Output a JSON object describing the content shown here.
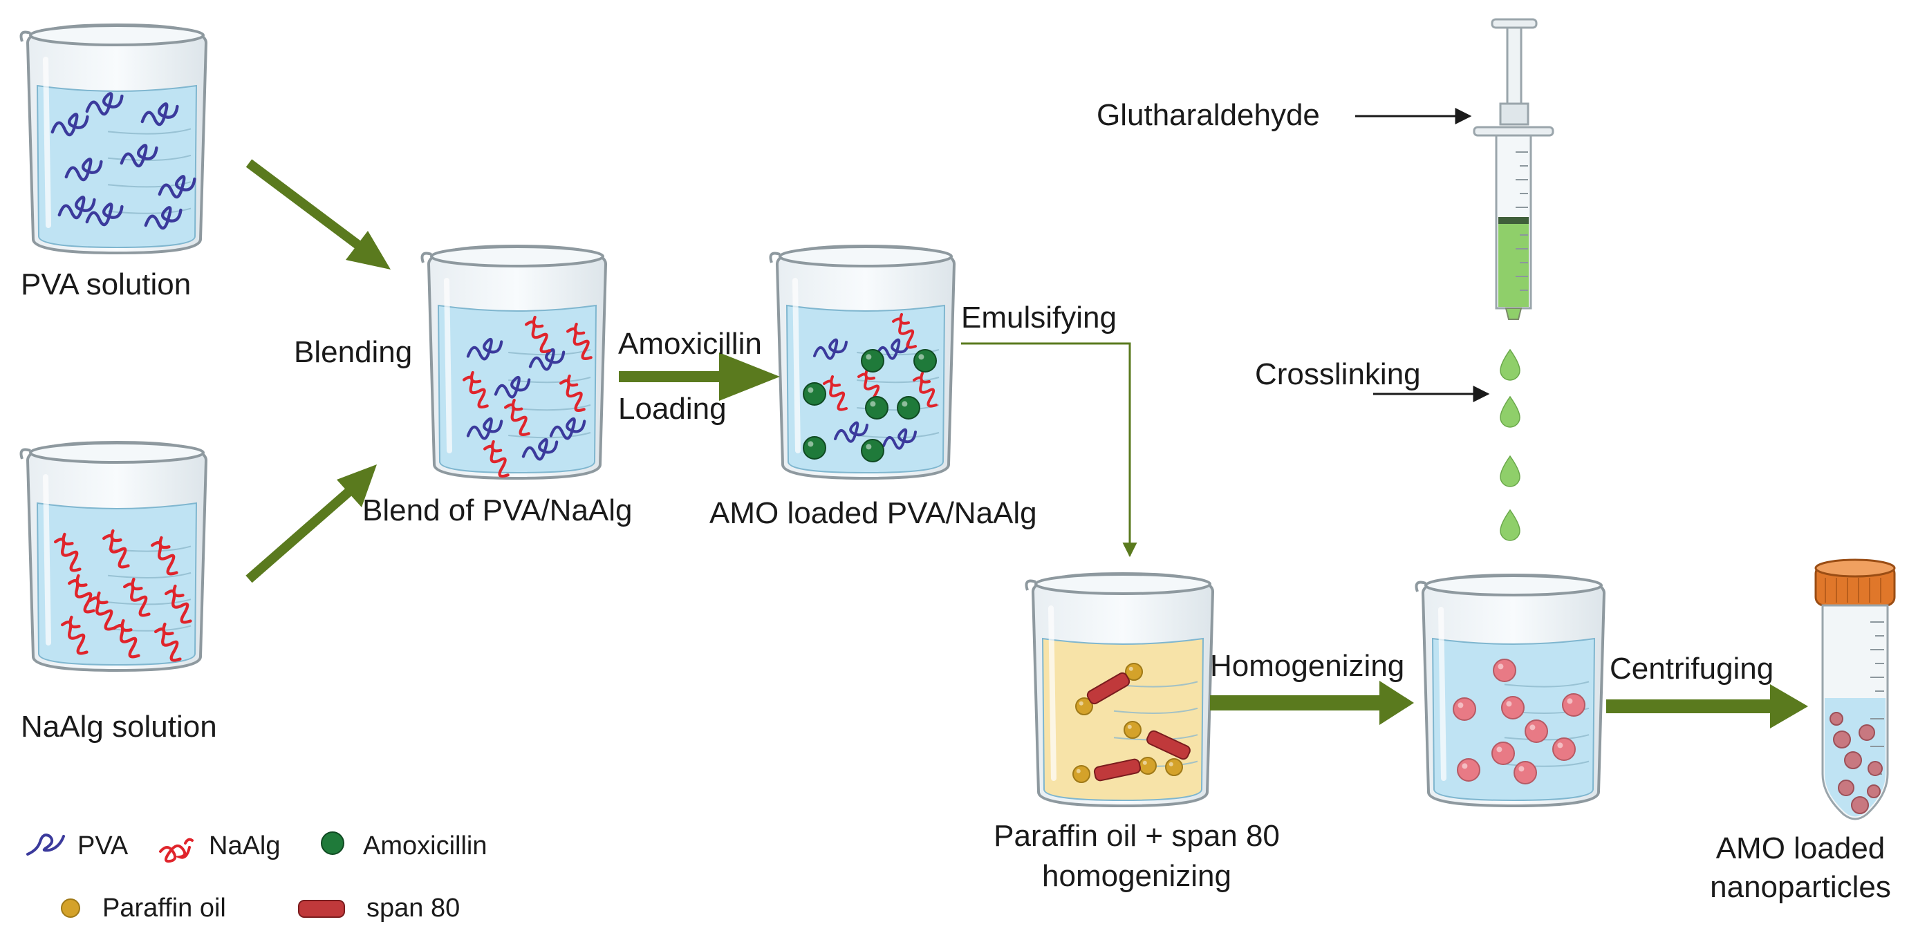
{
  "labels": {
    "pva_solution": "PVA solution",
    "naalg_solution": "NaAlg solution",
    "blending": "Blending",
    "blend": "Blend of PVA/NaAlg",
    "amoxicillin": "Amoxicillin",
    "loading": "Loading",
    "amo_loaded": "AMO loaded PVA/NaAlg",
    "emulsifying": "Emulsifying",
    "glutaraldehyde": "Glutharaldehyde",
    "crosslinking": "Crosslinking",
    "paraffin_line1": "Paraffin oil + span 80",
    "paraffin_line2": "homogenizing",
    "homogenizing": "Homogenizing",
    "centrifuging": "Centrifuging",
    "nano_line1": "AMO loaded",
    "nano_line2": "nanoparticles"
  },
  "legend": {
    "pva": "PVA",
    "naalg": "NaAlg",
    "amoxicillin": "Amoxicillin",
    "paraffin": "Paraffin oil",
    "span": "span 80"
  },
  "colors": {
    "arrow_green": "#5a7a1e",
    "pva_blue": "#3b3a9c",
    "naalg_red": "#e0242b",
    "amo_green": "#1f7a3a",
    "paraffin_gold": "#d4a22a",
    "span_red": "#c0393b",
    "nano_pink": "#e87a85",
    "liquid_blue": "#bfe3f3",
    "oil_yellow": "#f7e3a8",
    "drop_green": "#8fcf6a",
    "cap_orange": "#e0772a"
  }
}
